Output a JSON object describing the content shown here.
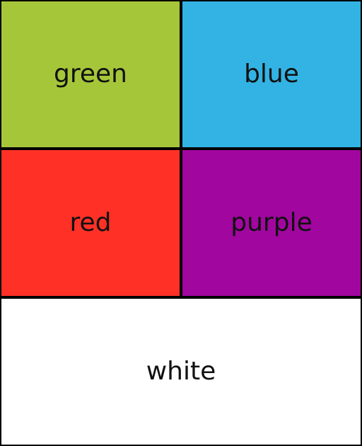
{
  "tiles": {
    "green": {
      "label": "green",
      "color": "#a6c63a"
    },
    "blue": {
      "label": "blue",
      "color": "#33b3e4"
    },
    "red": {
      "label": "red",
      "color": "#ff3127"
    },
    "purple": {
      "label": "purple",
      "color": "#a1069f"
    },
    "white": {
      "label": "white",
      "color": "#ffffff"
    }
  },
  "border_color": "#000000"
}
